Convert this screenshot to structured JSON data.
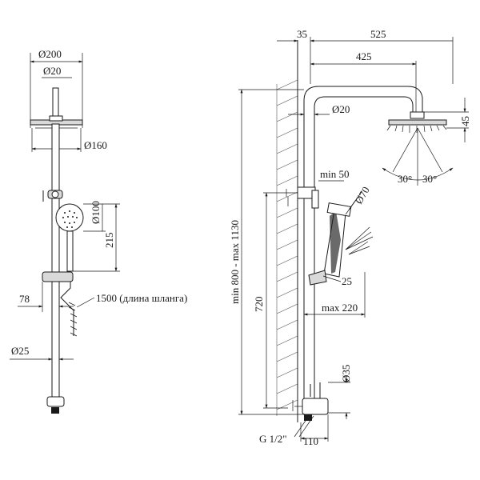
{
  "front_view": {
    "d_head": "Ø200",
    "d_arm": "Ø20",
    "d_plate": "Ø160",
    "d_hand": "Ø100",
    "h_hand": "215",
    "w_holder": "78",
    "hose": "1500 (длина шланга)",
    "d_rail": "Ø25"
  },
  "side_view": {
    "w_top_35": "35",
    "w_top_525": "525",
    "w_425": "425",
    "d_pipe": "Ø20",
    "h_head": "45",
    "angle_left": "30°",
    "angle_right": "30°",
    "min_50": "min 50",
    "d_70": "Ø70",
    "h_total": "min 800 - max 1130",
    "h_720": "720",
    "size_25": "25",
    "max_220": "max 220",
    "d_35": "Ø35",
    "thread": "G 1/2\"",
    "w_110": "110"
  }
}
